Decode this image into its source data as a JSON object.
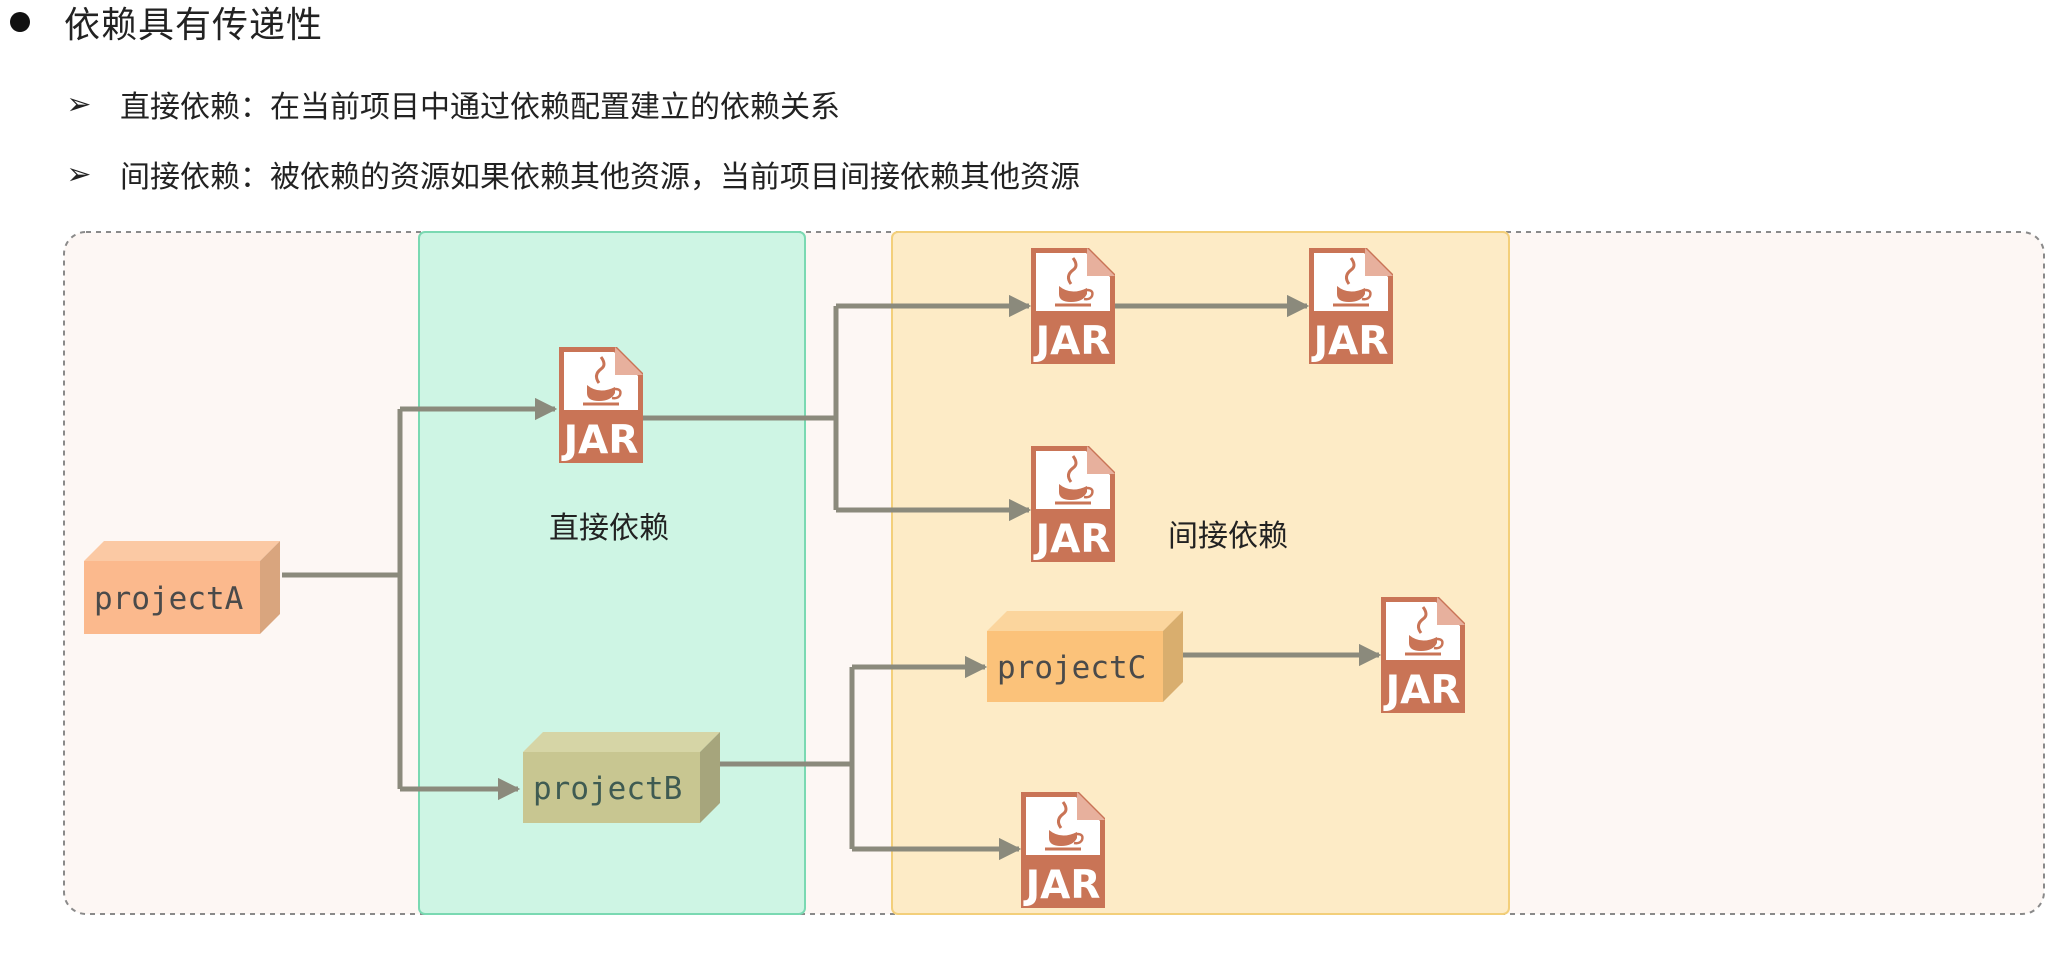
{
  "heading": "依赖具有传递性",
  "bullets": [
    "直接依赖：在当前项目中通过依赖配置建立的依赖关系",
    "间接依赖：被依赖的资源如果依赖其他资源，当前项目间接依赖其他资源"
  ],
  "diagram": {
    "direct_label": "直接依赖",
    "indirect_label": "间接依赖",
    "projects": {
      "a": "projectA",
      "b": "projectB",
      "c": "projectC"
    },
    "jar_text": "JAR"
  },
  "colors": {
    "direct_region": "#cef5e4",
    "indirect_region": "#fdebc6",
    "outer_region": "#fdf7f4",
    "jar": "#c97456",
    "arrow": "#8b8a7c"
  }
}
